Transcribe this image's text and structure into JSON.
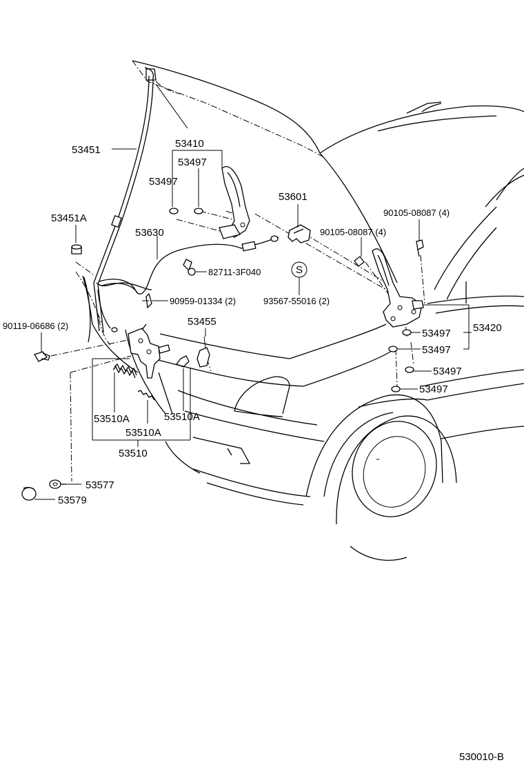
{
  "parts": {
    "hood_support_rod": "53451",
    "rod_grommet": "53451A",
    "hinge_assy_lh": "53410",
    "hinge_cushion_lh_a": "53497",
    "hinge_cushion_lh_b": "53497",
    "release_cable": "53630",
    "cable_clip_part": "82711-3F040",
    "clamp_part": "90959-01334 (2)",
    "hood_lock_bolt_left": "90119-06686 (2)",
    "hood_lock_support": "53455",
    "hood_lock_spring_a": "53510A",
    "hood_lock_spring_b": "53510A",
    "hood_lock_spring_c": "53510A",
    "hood_lock_assy": "53510",
    "hood_stopper": "53577",
    "hood_stopper_cap": "53579",
    "insulator_part": "53601",
    "bolt_upper": "90105-08087 (4)",
    "bolt_lower": "90105-08087 (4)",
    "marker_s": "S",
    "retainer_part": "93567-55016 (2)",
    "hinge_assy_rh": "53420",
    "hinge_cushion_rh_1": "53497",
    "hinge_cushion_rh_2": "53497",
    "hinge_cushion_rh_3": "53497",
    "hinge_cushion_rh_4": "53497"
  },
  "footer": {
    "figure_code": "530010-B"
  }
}
